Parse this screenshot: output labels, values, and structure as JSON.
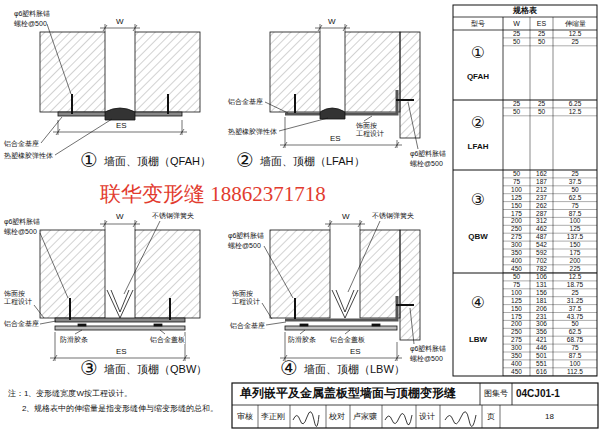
{
  "diagram": {
    "title": "单列嵌平及金属盖板型墙面与顶棚变形缝",
    "labels": [
      "φ6塑料胀锚",
      "螺栓@500",
      "W",
      "铝合金基座",
      "热塑橡胶弹性体",
      "ES",
      "①",
      "墙面、顶棚（QFAH）",
      "W",
      "铝合金基座",
      "饰面按 工程设计",
      "热塑橡胶弹性体",
      "ES",
      "φ6塑料胀锚",
      "螺栓@500",
      "②",
      "墙面、顶棚（LFAH）",
      "联华变形缝 18862371718",
      "φ6塑料胀锚",
      "螺栓@500",
      "W",
      "不锈钢弹簧夹",
      "饰面按 工程设计",
      "铝合金基座",
      "防滑胶条",
      "铝合金盖板",
      "ES",
      "③",
      "墙面、顶棚（QBW）",
      "W",
      "不锈钢弹簧夹",
      "φ6塑料胀锚",
      "螺栓@500",
      "饰面按 工程设计",
      "铝合金基座",
      "防滑胶条",
      "铝合金盖板",
      "ES",
      "φ6塑料胀锚",
      "螺栓@500",
      "④",
      "墙面、顶棚（LBW）",
      "注：1、变形缝宽度W按工程设计。",
      "2、规格表中的伸缩量是指变形缝伸与缩变形缝的总和。",
      "图集号",
      "04CJ01-1",
      "审核",
      "李正刚",
      "校对",
      "卢家骧",
      "设计",
      "页",
      "18",
      "规格表",
      "型号",
      "W",
      "ES",
      "伸缩量",
      "①",
      "QFAH",
      "25",
      "25",
      "12.5",
      "50",
      "50",
      "25",
      "②",
      "LFAH",
      "25",
      "25",
      "6.25",
      "50",
      "50",
      "12.5",
      "③",
      "QBW",
      "50",
      "162",
      "25",
      "75",
      "187",
      "37.5",
      "100",
      "212",
      "50",
      "125",
      "237",
      "62.5",
      "150",
      "262",
      "75",
      "175",
      "287",
      "87.5",
      "200",
      "312",
      "100",
      "250",
      "462",
      "125",
      "275",
      "487",
      "137.5",
      "300",
      "542",
      "150",
      "350",
      "592",
      "175",
      "400",
      "702",
      "200",
      "450",
      "782",
      "225",
      "④",
      "LBW",
      "50",
      "106",
      "12.5",
      "75",
      "131",
      "18.75",
      "100",
      "156",
      "25",
      "125",
      "181",
      "31.25",
      "150",
      "206",
      "37.5",
      "175",
      "231",
      "43.75",
      "200",
      "306",
      "50",
      "250",
      "356",
      "62.5",
      "275",
      "421",
      "68.75",
      "300",
      "446",
      "75",
      "350",
      "501",
      "87.5",
      "400",
      "551",
      "100",
      "450",
      "616",
      "112.5"
    ]
  }
}
